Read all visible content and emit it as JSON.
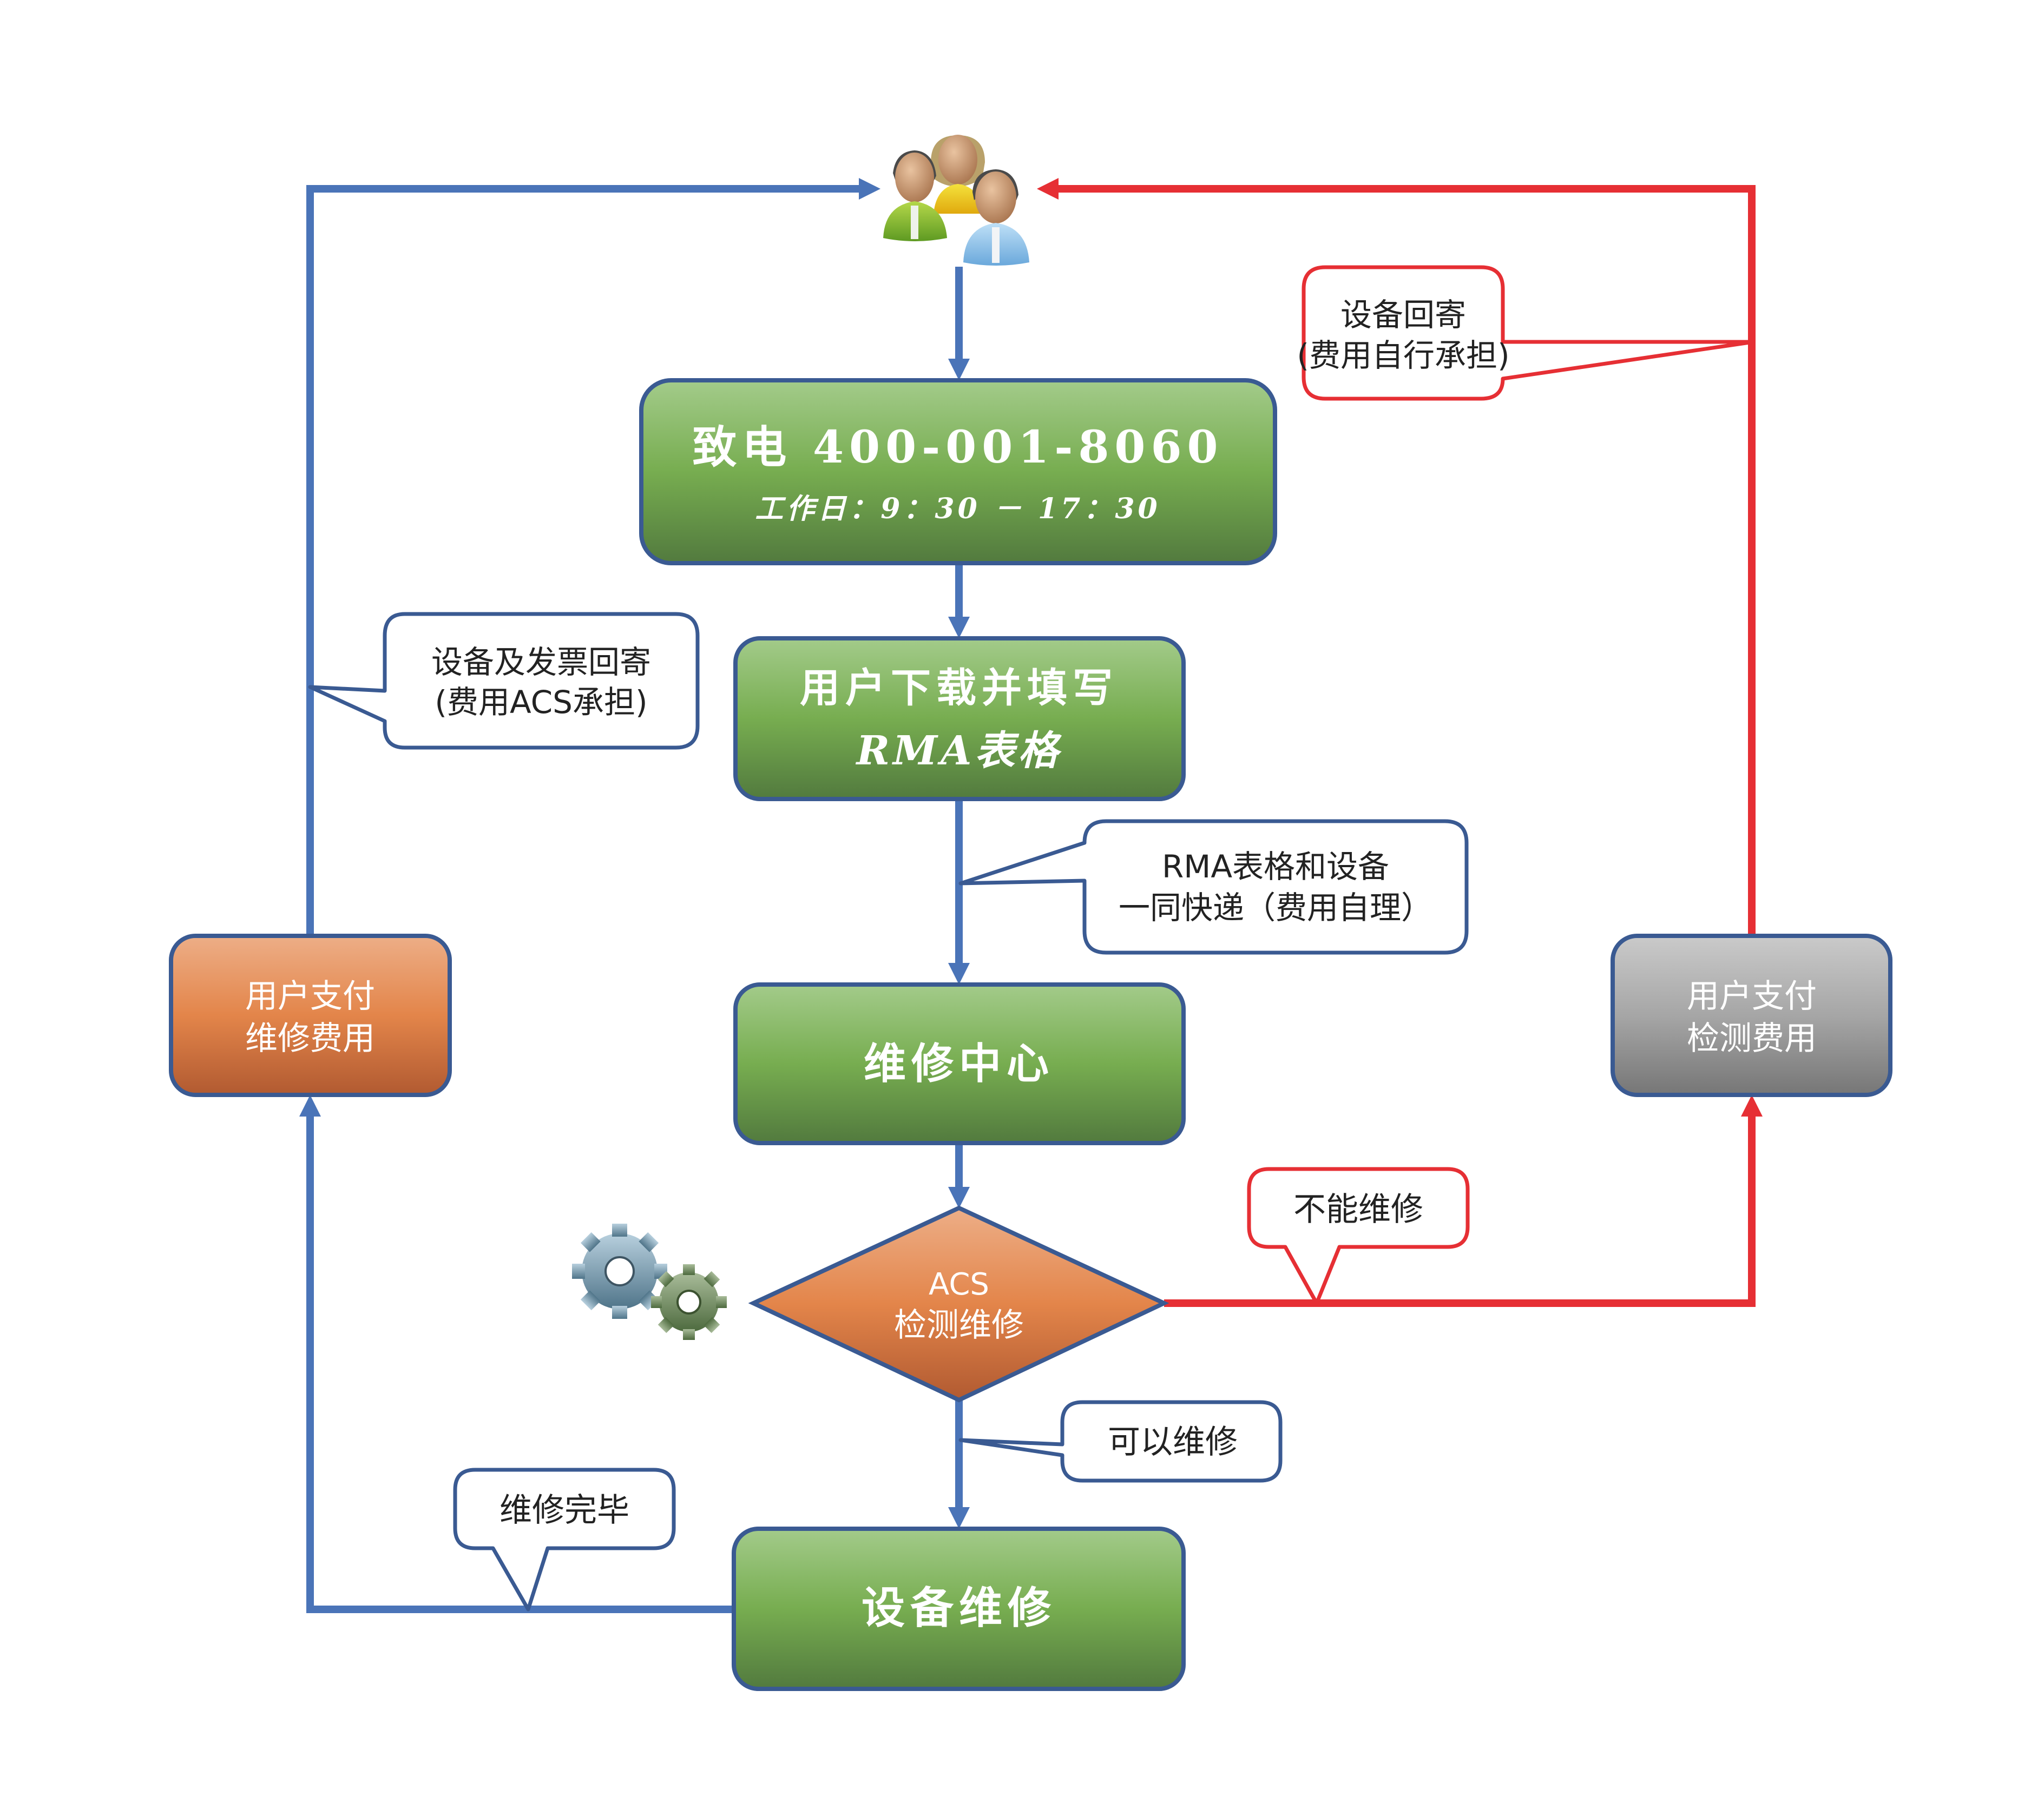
{
  "diagram": {
    "title": "RMA repair process flowchart",
    "colors": {
      "flow_blue": "#4A74B8",
      "flow_red": "#E62F34",
      "box_border": "#3A5A92",
      "green_top": "#A3CB8A",
      "green_bottom": "#527A3E",
      "orange_top": "#EDAE87",
      "orange_bottom": "#B15A31",
      "gray_top": "#CACACA",
      "gray_bottom": "#767676"
    },
    "icons": {
      "users": "users-group-icon",
      "gears": "gears-icon"
    },
    "nodes": {
      "call": {
        "line1": "致电 400-001-8060",
        "line2": "工作日：9：30 － 17：30"
      },
      "download_form": {
        "line1": "用户下载并填写",
        "line2": "RMA表格"
      },
      "repair_center": {
        "label": "维修中心"
      },
      "inspect": {
        "line1": "ACS",
        "line2": "检测维修"
      },
      "device_repair": {
        "label": "设备维修"
      },
      "pay_repair": {
        "line1": "用户支付",
        "line2": "维修费用"
      },
      "pay_inspection": {
        "line1": "用户支付",
        "line2": "检测费用"
      }
    },
    "callouts": {
      "return_self_paid": {
        "line1": "设备回寄",
        "line2": "(费用自行承担)"
      },
      "return_acs_paid": {
        "line1": "设备及发票回寄",
        "line2": "(费用ACS承担)"
      },
      "ship_together": {
        "line1": "RMA表格和设备",
        "line2": "一同快递（费用自理）"
      },
      "cannot_repair": {
        "label": "不能维修"
      },
      "can_repair": {
        "label": "可以维修"
      },
      "repair_done": {
        "label": "维修完毕"
      }
    }
  }
}
